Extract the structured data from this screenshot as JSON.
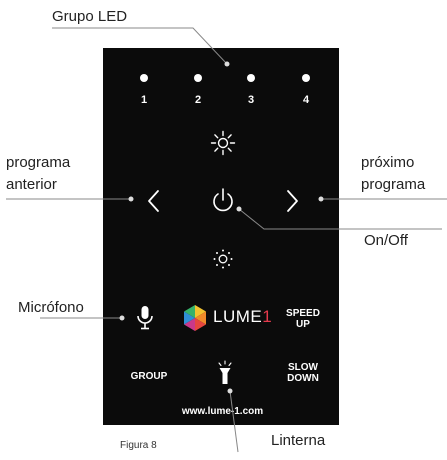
{
  "callouts": {
    "grupo_led": "Grupo LED",
    "programa_anterior_line1": "programa",
    "programa_anterior_line2": "anterior",
    "proximo_programa_line1": "próximo",
    "proximo_programa_line2": "programa",
    "on_off": "On/Off",
    "microfono": "Micrófono",
    "linterna": "Linterna"
  },
  "caption": "Figura 8",
  "panel": {
    "led_numbers": [
      "1",
      "2",
      "3",
      "4"
    ],
    "logo_text": "LUME",
    "logo_number": "1",
    "speed_up_line1": "SPEED",
    "speed_up_line2": "UP",
    "slow_down_line1": "SLOW",
    "slow_down_line2": "DOWN",
    "group_label": "GROUP",
    "website": "www.lume-1.com"
  },
  "colors": {
    "panel_background": "#0b0b0b",
    "icon_white": "#ffffff",
    "logo_red": "#e53a4c",
    "callout_line": "#888888"
  },
  "icons": [
    "brightness-up-icon",
    "brightness-down-icon",
    "chevron-left-icon",
    "chevron-right-icon",
    "power-icon",
    "microphone-icon",
    "lume-cube-logo-icon",
    "flashlight-icon"
  ]
}
